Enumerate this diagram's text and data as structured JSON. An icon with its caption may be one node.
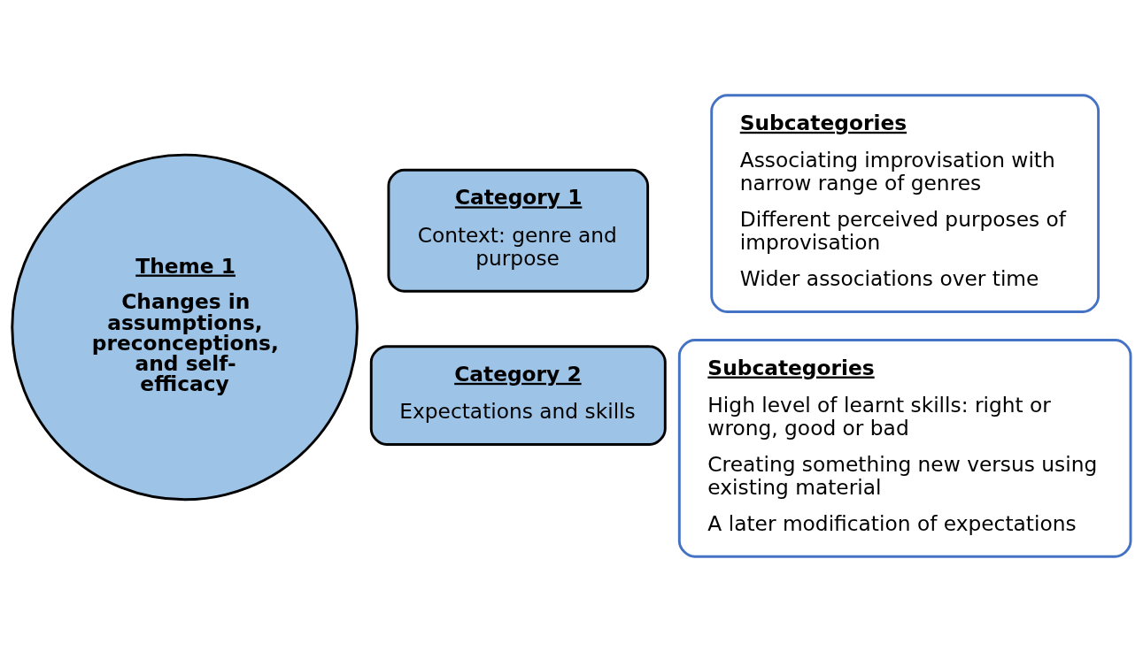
{
  "diagram": {
    "nodes": [
      {
        "text": [
          "Theme 1",
          "Changes in assumptions, preconceptions, and self-efficacy"
        ]
      },
      {
        "text": [
          "Category 1",
          "Context: genre and purpose"
        ]
      },
      {
        "text": [
          "Category 2",
          "Expectations and skills"
        ]
      },
      {
        "text": [
          "Subcategories",
          "Associating improvisation with narrow range of genres",
          "Different perceived purposes of improvisation",
          "Wider associations over time"
        ]
      },
      {
        "text": [
          "Subcategories",
          "High level of learnt skills: right or wrong, good or bad",
          "Creating something new versus using existing material",
          "A later modification of expectations"
        ]
      }
    ],
    "edges": []
  }
}
